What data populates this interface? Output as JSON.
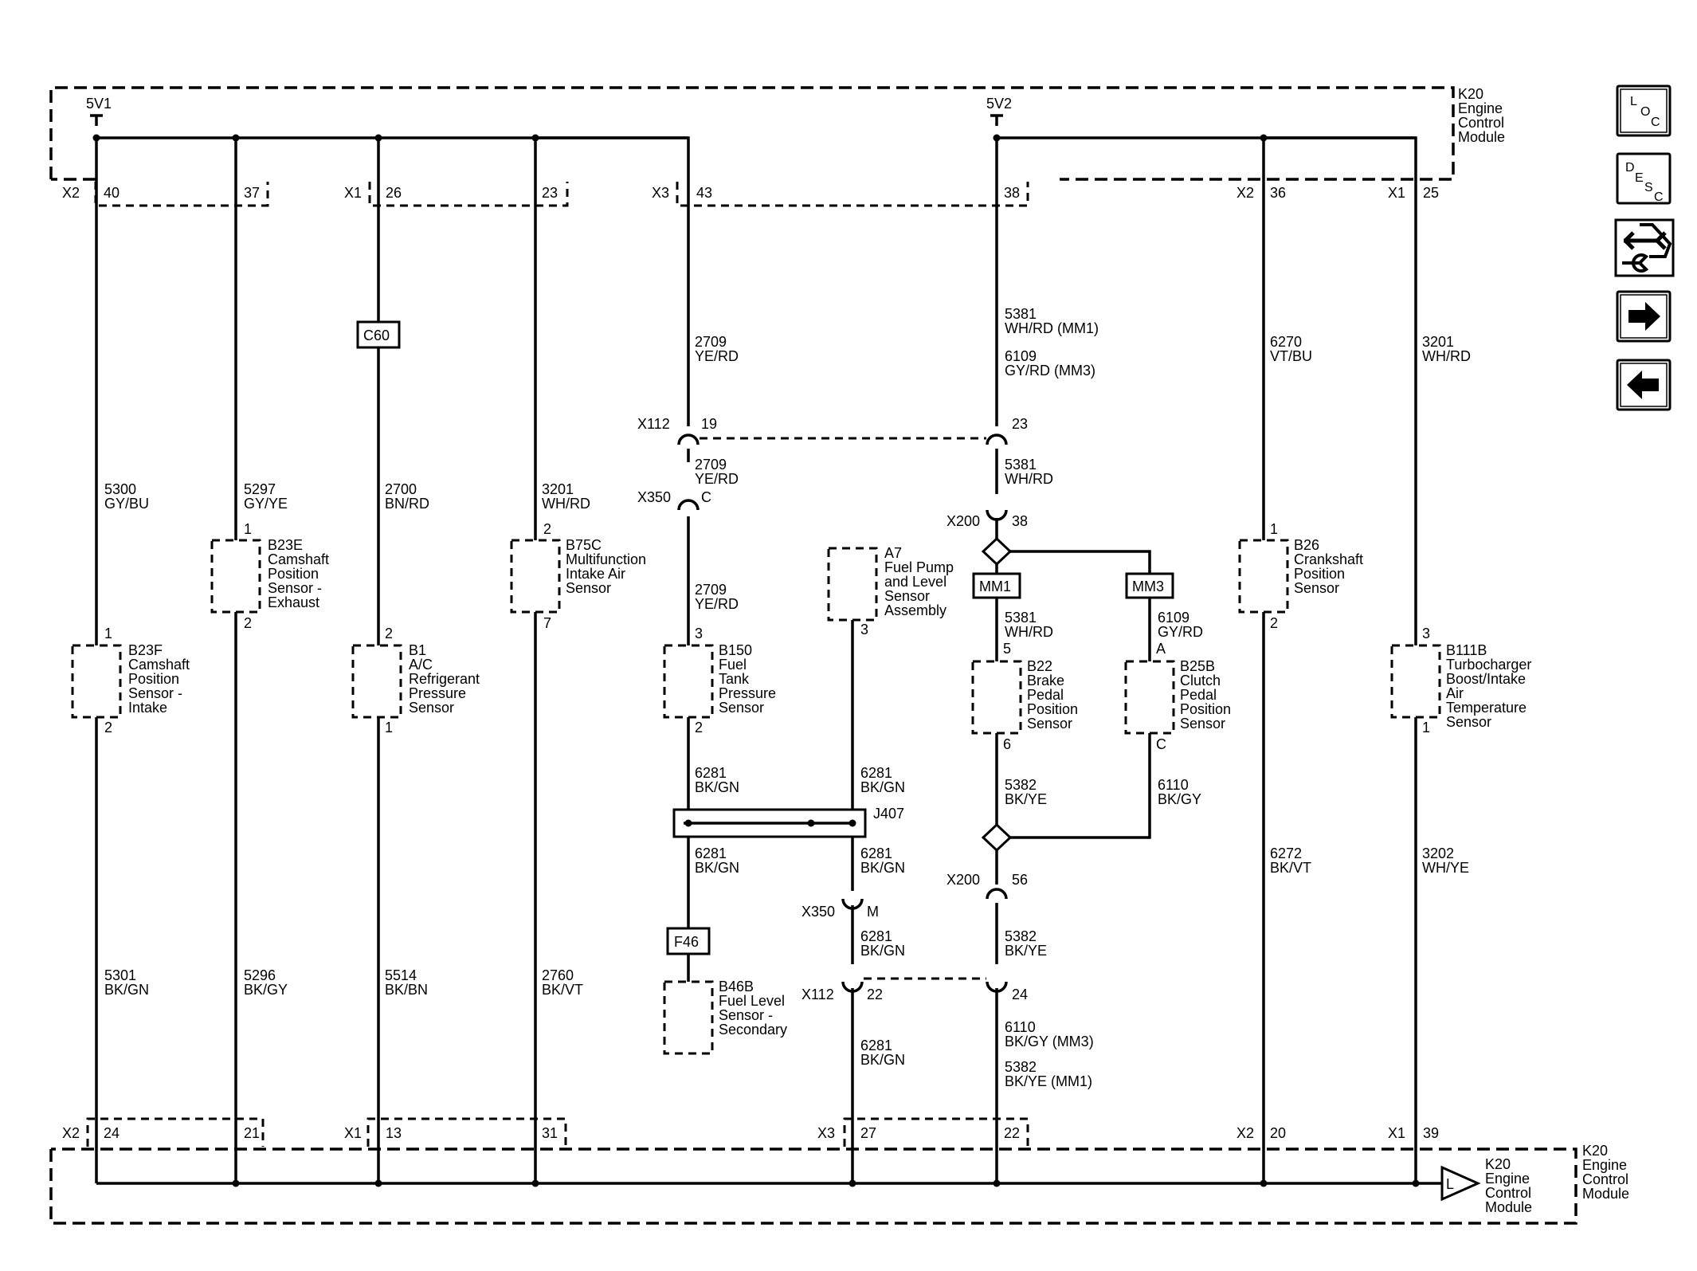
{
  "module": {
    "name_top": [
      "K20",
      "Engine",
      "Control",
      "Module"
    ],
    "name_bottom_left": [
      "K20",
      "Engine",
      "Control",
      "Module"
    ],
    "name_bottom_right": [
      "K20",
      "Engine",
      "Control",
      "Module"
    ],
    "ref_top_left": "5V1",
    "ref_top_right": "5V2",
    "ground_symbol": "L"
  },
  "top_connectors": {
    "labels": [
      "X2",
      "X1",
      "X3",
      "X2",
      "X1"
    ],
    "pins": [
      "40",
      "37",
      "26",
      "23",
      "43",
      "38",
      "36",
      "25"
    ]
  },
  "bottom_connectors": {
    "labels": [
      "X2",
      "X1",
      "X3",
      "X2",
      "X1"
    ],
    "pins": [
      "24",
      "21",
      "13",
      "31",
      "27",
      "22",
      "20",
      "39"
    ]
  },
  "circuits": {
    "c5300": [
      "5300",
      "GY/BU"
    ],
    "c5301": [
      "5301",
      "BK/GN"
    ],
    "c5297": [
      "5297",
      "GY/YE"
    ],
    "c5296": [
      "5296",
      "BK/GY"
    ],
    "c2700": [
      "2700",
      "BN/RD"
    ],
    "c5514": [
      "5514",
      "BK/BN"
    ],
    "c3201a": [
      "3201",
      "WH/RD"
    ],
    "c2760": [
      "2760",
      "BK/VT"
    ],
    "c2709a": [
      "2709",
      "YE/RD"
    ],
    "c2709b": [
      "2709",
      "YE/RD"
    ],
    "c2709c": [
      "2709",
      "YE/RD"
    ],
    "c6281a": [
      "6281",
      "BK/GN"
    ],
    "c6281b": [
      "6281",
      "BK/GN"
    ],
    "c6281c": [
      "6281",
      "BK/GN"
    ],
    "c6281d": [
      "6281",
      "BK/GN"
    ],
    "c6281e": [
      "6281",
      "BK/GN"
    ],
    "c6281f": [
      "6281",
      "BK/GN"
    ],
    "c5381a": [
      "5381",
      "WH/RD (MM1)"
    ],
    "c6109a": [
      "6109",
      "GY/RD (MM3)"
    ],
    "c5381b": [
      "5381",
      "WH/RD"
    ],
    "c5381c": [
      "5381",
      "WH/RD"
    ],
    "c6109b": [
      "6109",
      "GY/RD"
    ],
    "c5382a": [
      "5382",
      "BK/YE"
    ],
    "c6110a": [
      "6110",
      "BK/GY"
    ],
    "c5382b": [
      "5382",
      "BK/YE"
    ],
    "c6110b": [
      "6110",
      "BK/GY (MM3)"
    ],
    "c5382c": [
      "5382",
      "BK/YE (MM1)"
    ],
    "c6270": [
      "6270",
      "VT/BU"
    ],
    "c6272": [
      "6272",
      "BK/VT"
    ],
    "c3201b": [
      "3201",
      "WH/RD"
    ],
    "c3202": [
      "3202",
      "WH/YE"
    ]
  },
  "components": {
    "b23f": {
      "name": [
        "B23F",
        "Camshaft",
        "Position",
        "Sensor -",
        "Intake"
      ],
      "pin_top": "1",
      "pin_bottom": "2"
    },
    "b23e": {
      "name": [
        "B23E",
        "Camshaft",
        "Position",
        "Sensor -",
        "Exhaust"
      ],
      "pin_top": "1",
      "pin_bottom": "2"
    },
    "b1": {
      "name": [
        "B1",
        "A/C",
        "Refrigerant",
        "Pressure",
        "Sensor"
      ],
      "pin_top": "2",
      "pin_bottom": "1"
    },
    "b75c": {
      "name": [
        "B75C",
        "Multifunction",
        "Intake Air",
        "Sensor"
      ],
      "pin_top": "2",
      "pin_bottom": "7"
    },
    "b150": {
      "name": [
        "B150",
        "Fuel",
        "Tank",
        "Pressure",
        "Sensor"
      ],
      "pin_top": "3",
      "pin_bottom": "2"
    },
    "a7": {
      "name": [
        "A7",
        "Fuel Pump",
        "and Level",
        "Sensor",
        "Assembly"
      ],
      "pin_bottom": "3"
    },
    "b46b": {
      "name": [
        "B46B",
        "Fuel Level",
        "Sensor -",
        "Secondary"
      ]
    },
    "b22": {
      "name": [
        "B22",
        "Brake",
        "Pedal",
        "Position",
        "Sensor"
      ],
      "pin_top": "5",
      "pin_bottom": "6"
    },
    "b25b": {
      "name": [
        "B25B",
        "Clutch",
        "Pedal",
        "Position",
        "Sensor"
      ],
      "pin_top": "A",
      "pin_bottom": "C"
    },
    "b26": {
      "name": [
        "B26",
        "Crankshaft",
        "Position",
        "Sensor"
      ],
      "pin_top": "1",
      "pin_bottom": "2"
    },
    "b111b": {
      "name": [
        "B111B",
        "Turbocharger",
        "Boost/Intake",
        "Air",
        "Temperature",
        "Sensor"
      ],
      "pin_top": "3",
      "pin_bottom": "1"
    }
  },
  "inline_connectors": {
    "x112_top": [
      "X112",
      "19",
      "23"
    ],
    "x350_top": [
      "X350",
      "C"
    ],
    "x200_top": [
      "X200",
      "38"
    ],
    "x200_bottom": [
      "X200",
      "56"
    ],
    "x350_bottom": [
      "X350",
      "M"
    ],
    "x112_bottom": [
      "X112",
      "22",
      "24"
    ]
  },
  "tags": {
    "c60": "C60",
    "f46": "F46",
    "mm1": "MM1",
    "mm3": "MM3",
    "j407": "J407"
  },
  "nav": {
    "loc": [
      "L",
      "O",
      "C"
    ],
    "desc": [
      "D",
      "E",
      "S",
      "C"
    ]
  }
}
